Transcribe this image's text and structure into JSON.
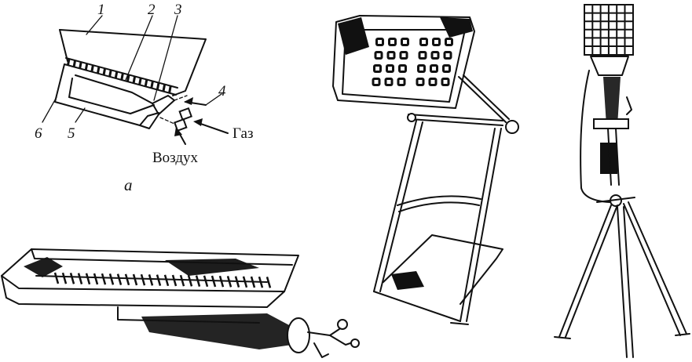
{
  "diagram": {
    "part_labels": [
      "1",
      "2",
      "3",
      "4",
      "5",
      "6"
    ],
    "gas_label": "Газ",
    "air_label": "Воздух",
    "panel_label": "а"
  }
}
